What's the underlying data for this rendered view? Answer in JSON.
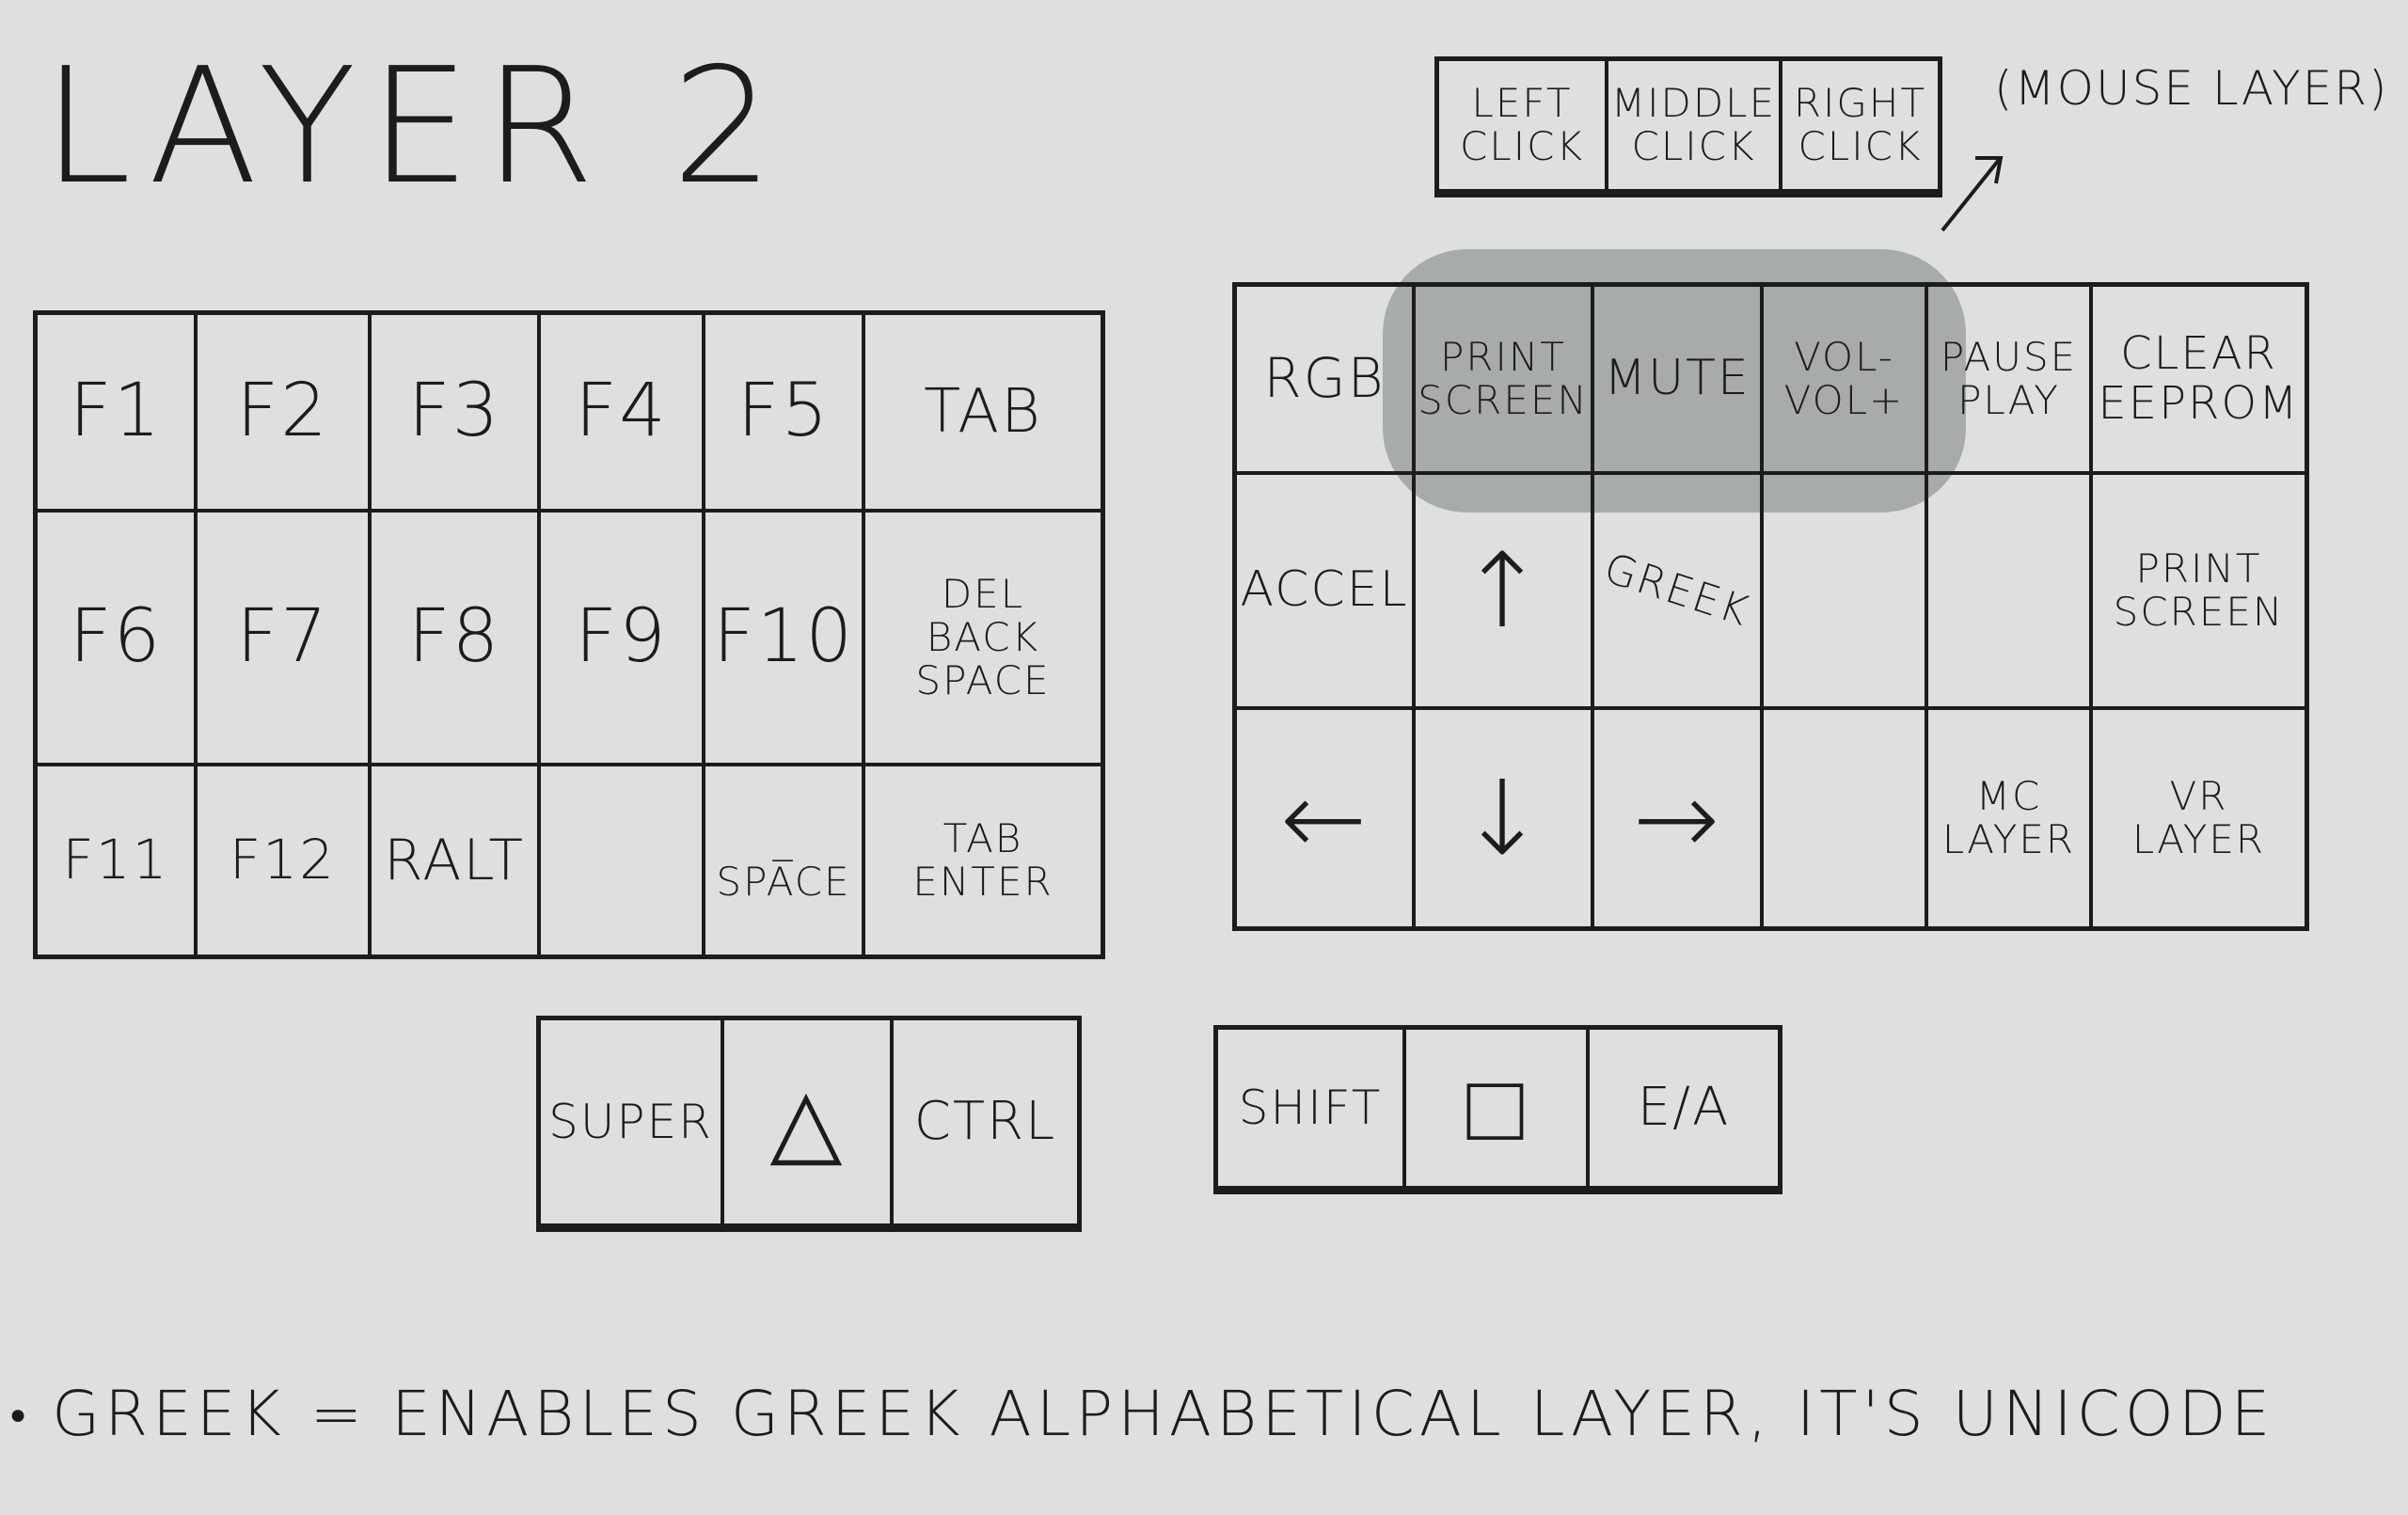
{
  "title": "LAYER 2",
  "left_half": {
    "rows": [
      [
        "F1",
        "F2",
        "F3",
        "F4",
        "F5",
        "TAB"
      ],
      [
        "F6",
        "F7",
        "F8",
        "F9",
        "F10",
        "DEL\nBACK\nSPACE"
      ],
      [
        "F11",
        "F12",
        "RALT",
        "",
        "_\nSPACE",
        "TAB\nENTER"
      ]
    ]
  },
  "right_half": {
    "rows": [
      [
        "RGB",
        "PRINT\nSCREEN",
        "MUTE",
        "VOL-\nVOL+",
        "PAUSE\nPLAY",
        "CLEAR\nEEPROM"
      ],
      [
        "ACCEL",
        "↑",
        "GREEK",
        "",
        "",
        "PRINT\nSCREEN"
      ],
      [
        "←",
        "↓",
        "→",
        "",
        "MC\nLAYER",
        "VR\nLAYER"
      ]
    ],
    "highlight_note": "highlighted keys: PRINT SCREEN, MUTE, VOL-/VOL+"
  },
  "mouse_layer": {
    "keys": [
      "LEFT\nCLICK",
      "MIDDLE\nCLICK",
      "RIGHT\nCLICK"
    ],
    "label": "(MOUSE LAYER)"
  },
  "thumb_left": [
    "SUPER",
    "△",
    "CTRL"
  ],
  "thumb_right": [
    "SHIFT",
    "□",
    "E/A"
  ],
  "footnote": "GREEK = ENABLES GREEK ALPHABETICAL LAYER, IT'S UNICODE",
  "colors": {
    "paper": "#dde0de",
    "ink": "#1c1c1c",
    "highlight": "#8c8f90"
  }
}
